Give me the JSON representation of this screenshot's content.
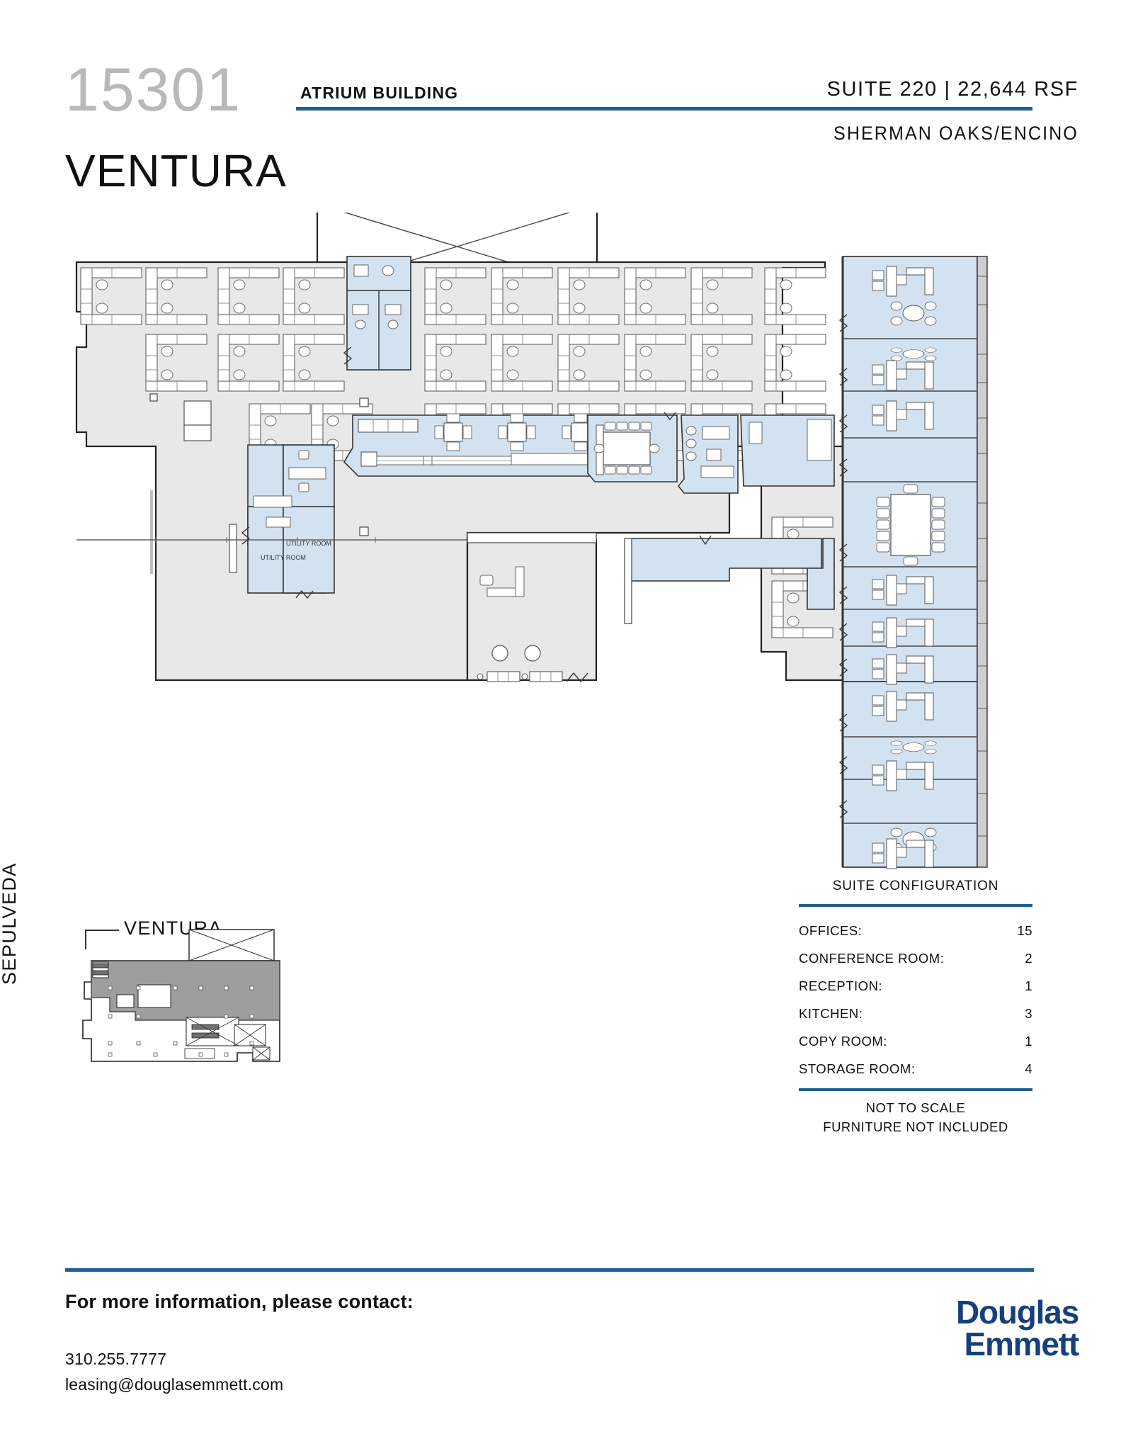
{
  "header": {
    "address_number": "15301",
    "address_street": "VENTURA",
    "building_label": "ATRIUM BUILDING",
    "suite_line": "SUITE 220  |  22,644 RSF",
    "submarket": "SHERMAN OAKS/ENCINO"
  },
  "keyplan": {
    "street_top": "VENTURA",
    "street_left": "SEPULVEDA"
  },
  "plan": {
    "room_labels": [
      "UTILITY ROOM",
      "UTILITY ROOM"
    ]
  },
  "suite_configuration": {
    "title": "SUITE CONFIGURATION",
    "rows": [
      {
        "label": "OFFICES:",
        "value": "15"
      },
      {
        "label": "CONFERENCE ROOM:",
        "value": "2"
      },
      {
        "label": "RECEPTION:",
        "value": "1"
      },
      {
        "label": "KITCHEN:",
        "value": "3"
      },
      {
        "label": "COPY ROOM:",
        "value": "1"
      },
      {
        "label": "STORAGE ROOM:",
        "value": "4"
      }
    ],
    "notes": [
      "NOT TO SCALE",
      "FURNITURE NOT INCLUDED"
    ]
  },
  "footer": {
    "cta": "For more information, please contact:",
    "phone": "310.255.7777",
    "email": "leasing@douglasemmett.com",
    "logo_line1": "Douglas",
    "logo_line2": "Emmett"
  },
  "colors": {
    "accent_rule": "#1f6094",
    "logo_navy": "#16407c",
    "plan_fill": "#e8e8e8",
    "room_blue": "#d3e2f1",
    "keyplan_highlight": "#9e9e9e"
  }
}
